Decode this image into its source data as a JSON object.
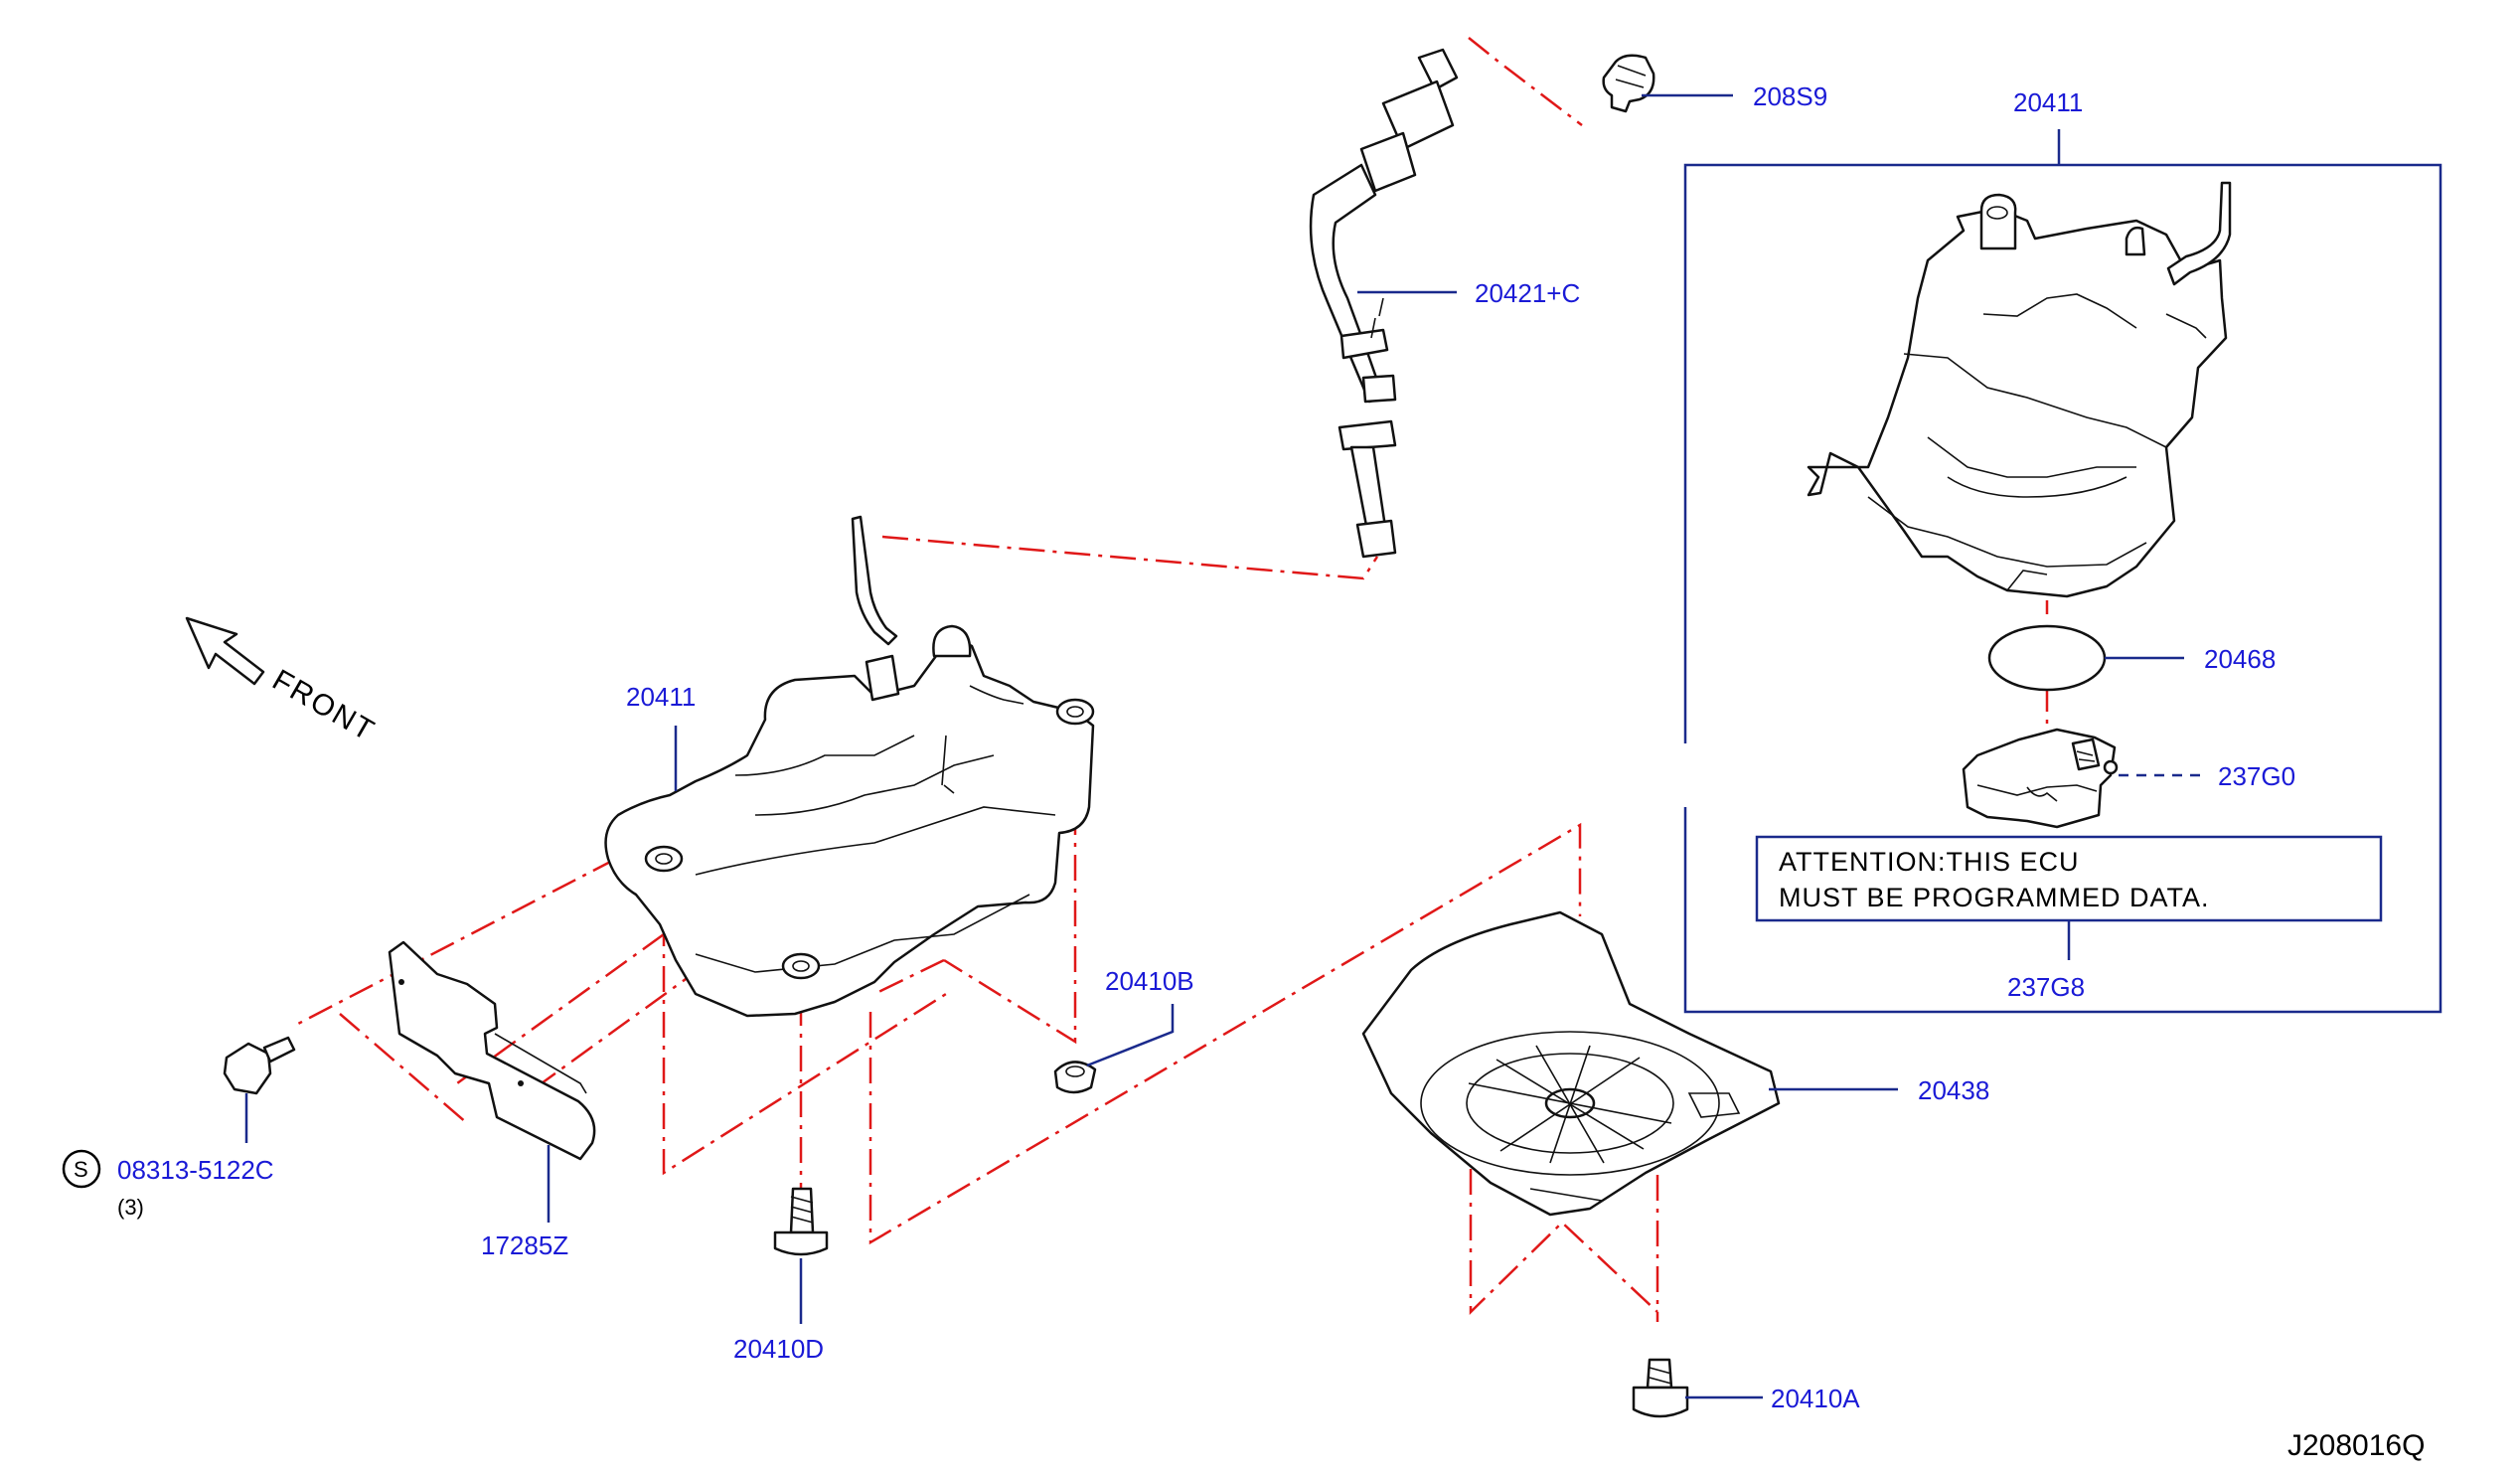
{
  "diagram": {
    "front_label": "FRONT",
    "drawing_code": "J208016Q",
    "inset_note": {
      "line1": "ATTENTION:THIS  ECU",
      "line2": "MUST  BE  PROGRAMMED  DATA."
    },
    "callouts": {
      "cap_208s9": "208S9",
      "filler_tube_20421c": "20421+C",
      "tank_20411_main": "20411",
      "tank_20411_inset": "20411",
      "seal_ring_20468": "20468",
      "ecu_237g0": "237G0",
      "ecu_237g8": "237G8",
      "clip_20410b": "20410B",
      "bolt_20410d": "20410D",
      "cover_20438": "20438",
      "bolt_20410a": "20410A",
      "heat_shield_17285z": "17285Z",
      "screw_08313": "08313-5122C",
      "screw_symbol": "S",
      "screw_qty": "(3)"
    }
  }
}
